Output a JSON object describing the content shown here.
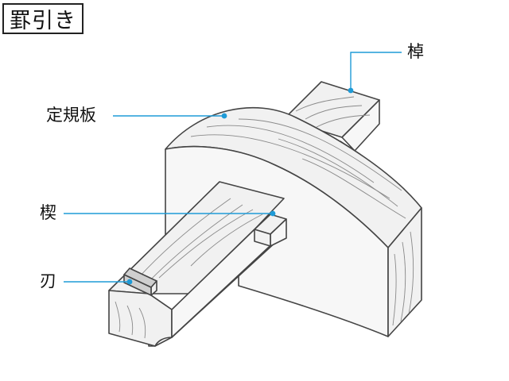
{
  "title": "罫引き",
  "labels": {
    "rod": "棹",
    "fence": "定規板",
    "wedge": "楔",
    "blade": "刃"
  },
  "colors": {
    "leader": "#1f9bd7",
    "outline": "#444444"
  }
}
